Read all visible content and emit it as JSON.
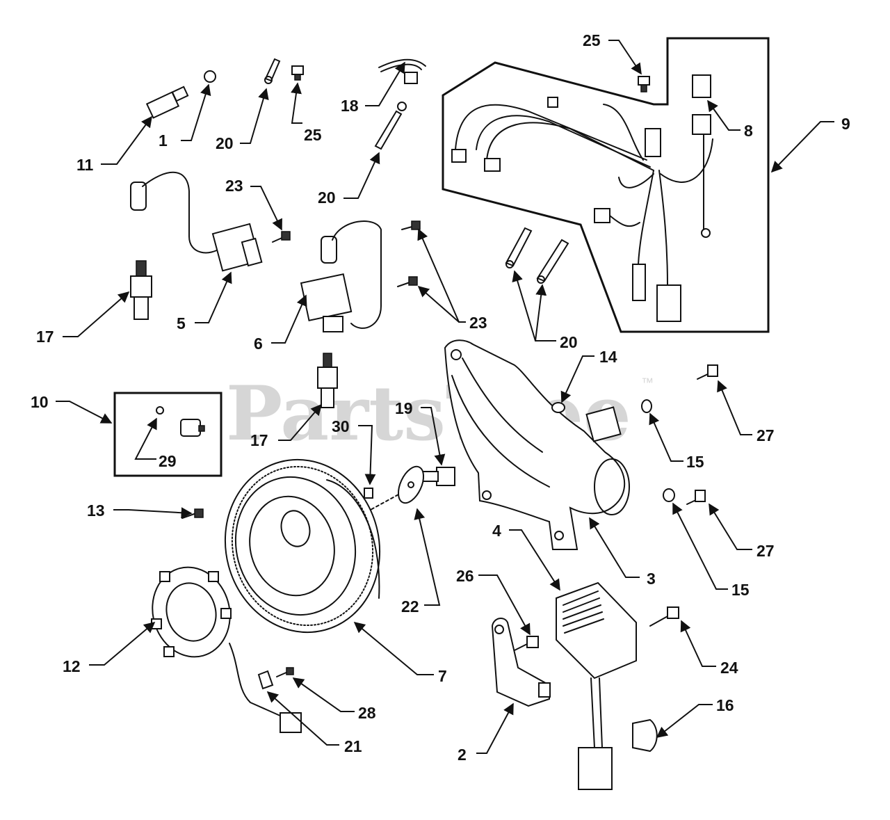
{
  "watermark": {
    "text": "PartsTree",
    "trademark": "™"
  },
  "callouts": [
    "1",
    "2",
    "3",
    "4",
    "5",
    "6",
    "7",
    "8",
    "9",
    "10",
    "11",
    "12",
    "13",
    "14",
    "15",
    "16",
    "17",
    "18",
    "19",
    "20",
    "21",
    "22",
    "23",
    "24",
    "25",
    "26",
    "27",
    "28",
    "29",
    "30"
  ],
  "labels": {
    "n1": "1",
    "n2": "2",
    "n3": "3",
    "n4": "4",
    "n5": "5",
    "n6": "6",
    "n7": "7",
    "n8": "8",
    "n9": "9",
    "n10": "10",
    "n11": "11",
    "n12": "12",
    "n13": "13",
    "n14": "14",
    "n15": "15",
    "n16": "16",
    "n17": "17",
    "n18": "18",
    "n19": "19",
    "n20": "20",
    "n21": "21",
    "n22": "22",
    "n23": "23",
    "n24": "24",
    "n25": "25",
    "n26": "26",
    "n27": "27",
    "n28": "28",
    "n29": "29",
    "n30": "30"
  },
  "colors": {
    "line": "#111111",
    "watermark": "#d6d6d6",
    "background": "#ffffff"
  }
}
